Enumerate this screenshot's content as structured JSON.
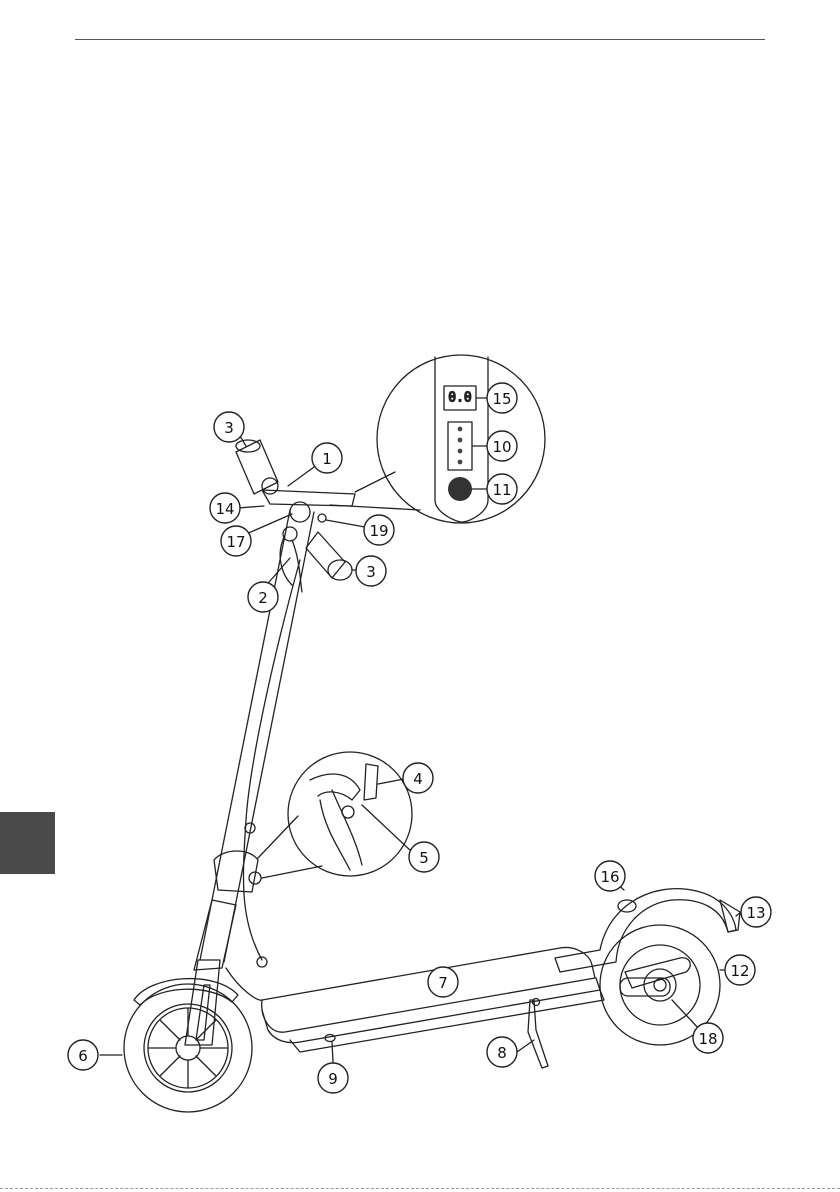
{
  "side_tab_color": "#4a4a4a",
  "line_color": "#222222",
  "display_readout": "0.0",
  "callouts": [
    {
      "id": "callout-1",
      "label": "1"
    },
    {
      "id": "callout-2",
      "label": "2"
    },
    {
      "id": "callout-3a",
      "label": "3"
    },
    {
      "id": "callout-3b",
      "label": "3"
    },
    {
      "id": "callout-4",
      "label": "4"
    },
    {
      "id": "callout-5",
      "label": "5"
    },
    {
      "id": "callout-6",
      "label": "6"
    },
    {
      "id": "callout-7",
      "label": "7"
    },
    {
      "id": "callout-8",
      "label": "8"
    },
    {
      "id": "callout-9",
      "label": "9"
    },
    {
      "id": "callout-10",
      "label": "10"
    },
    {
      "id": "callout-11",
      "label": "11"
    },
    {
      "id": "callout-12",
      "label": "12"
    },
    {
      "id": "callout-13",
      "label": "13"
    },
    {
      "id": "callout-14",
      "label": "14"
    },
    {
      "id": "callout-15",
      "label": "15"
    },
    {
      "id": "callout-16",
      "label": "16"
    },
    {
      "id": "callout-17",
      "label": "17"
    },
    {
      "id": "callout-18",
      "label": "18"
    },
    {
      "id": "callout-19",
      "label": "19"
    }
  ]
}
